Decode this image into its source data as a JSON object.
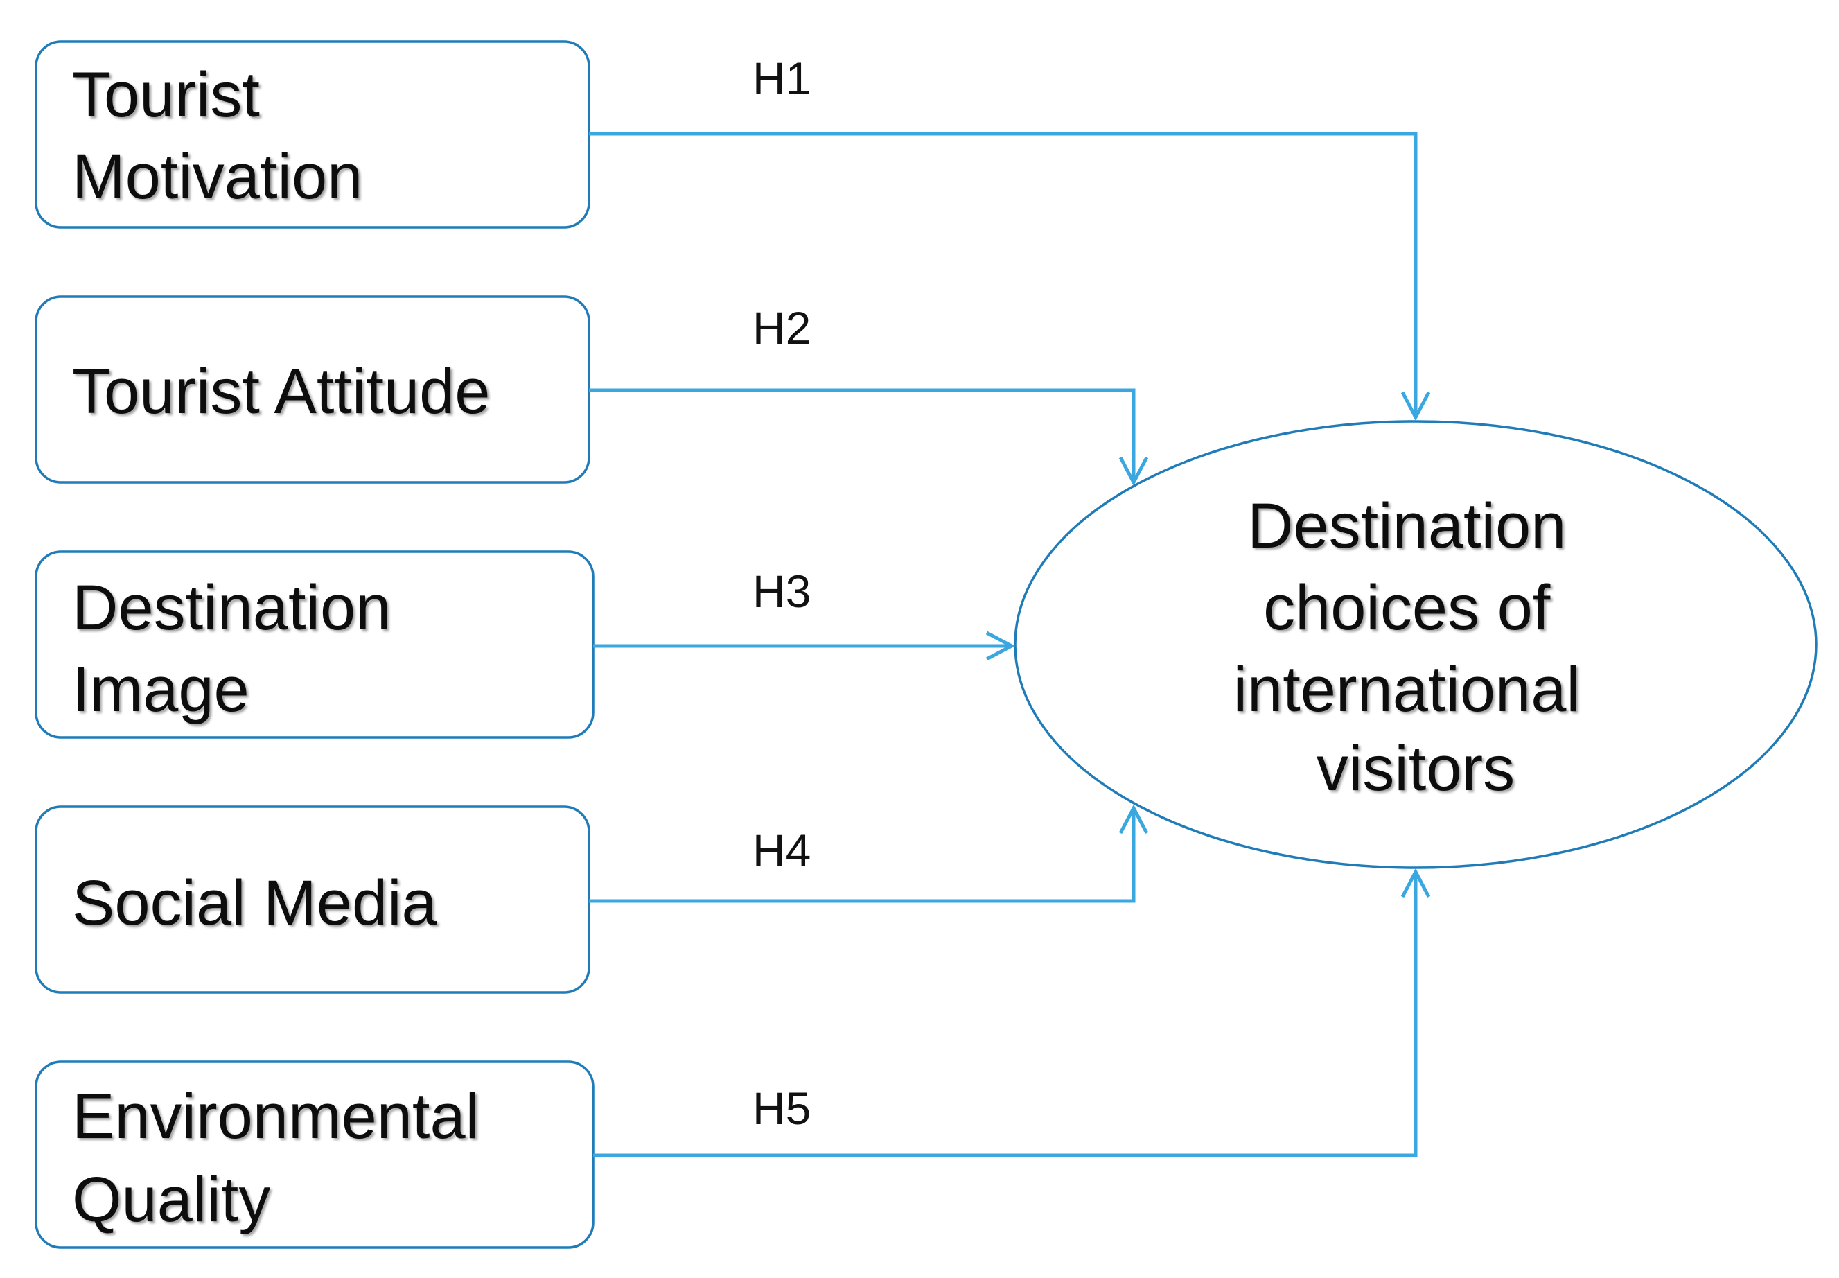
{
  "diagram": {
    "colors": {
      "stroke": "#1F7CB8",
      "arrow": "#3AA7E0",
      "text": "#111111"
    },
    "factors": [
      {
        "lines": [
          "Tourist",
          "Motivation"
        ],
        "hypothesis": "H1"
      },
      {
        "lines": [
          "Tourist Attitude"
        ],
        "hypothesis": "H2"
      },
      {
        "lines": [
          "Destination",
          "Image"
        ],
        "hypothesis": "H3"
      },
      {
        "lines": [
          "Social Media"
        ],
        "hypothesis": "H4"
      },
      {
        "lines": [
          "Environmental",
          "Quality"
        ],
        "hypothesis": "H5"
      }
    ],
    "outcome": {
      "lines": [
        "Destination",
        "choices of",
        "international",
        "visitors"
      ]
    }
  }
}
